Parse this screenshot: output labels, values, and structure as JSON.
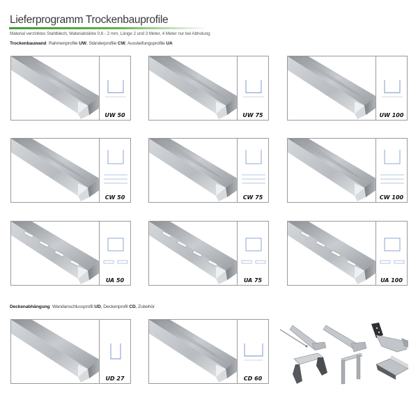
{
  "header": {
    "title": "Lieferprogramm Trockenbauprofile",
    "subtitle": "Material verzinktes Stahlblech, Materialstärke 0,6 - 2 mm, Länge 2 und 3 Meter, 4 Meter nur bei Abholung"
  },
  "sections": [
    {
      "heading": "Trockenbauwand",
      "desc_parts": [
        "Rahmenprofile ",
        "UW",
        ", Ständerprofile ",
        "CW",
        ", Aussteifungsprofile ",
        "UA"
      ]
    },
    {
      "heading": "Deckenabhängung",
      "desc_parts": [
        "Wandanschlussprofil ",
        "UD",
        ", Deckenprofil ",
        "CD",
        ", Zubehör"
      ]
    }
  ],
  "products": [
    {
      "label": "UW 50",
      "type": "uw"
    },
    {
      "label": "UW 75",
      "type": "uw"
    },
    {
      "label": "UW 100",
      "type": "uw"
    },
    {
      "label": "CW 50",
      "type": "cw"
    },
    {
      "label": "CW 75",
      "type": "cw"
    },
    {
      "label": "CW 100",
      "type": "cw"
    },
    {
      "label": "UA 50",
      "type": "ua"
    },
    {
      "label": "UA 75",
      "type": "ua"
    },
    {
      "label": "UA 100",
      "type": "ua"
    },
    {
      "label": "UD 27",
      "type": "ud"
    },
    {
      "label": "CD 60",
      "type": "cd"
    }
  ],
  "accessories": [
    "anchor-hanger",
    "slotted-hanger",
    "nonius-bracket",
    "cross-connector",
    "direct-hanger",
    "longitudinal-connector"
  ],
  "colors": {
    "accent_green": "#4aa53b",
    "card_border": "#9a9a9a",
    "drawing_blue": "#6f8fc8"
  }
}
